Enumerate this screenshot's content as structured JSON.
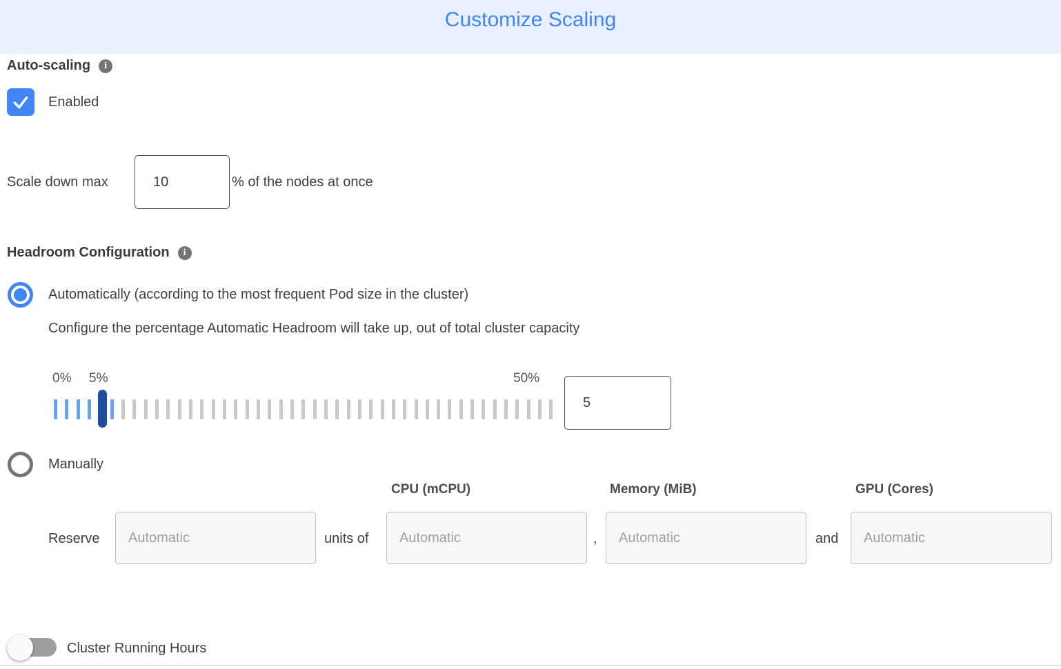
{
  "header": {
    "title": "Customize Scaling"
  },
  "auto_scaling": {
    "label": "Auto-scaling",
    "enabled_label": "Enabled",
    "enabled": true,
    "scale_down": {
      "prefix": "Scale down max",
      "value": "10",
      "suffix": "% of the nodes at once"
    }
  },
  "headroom": {
    "label": "Headroom Configuration",
    "automatic_option": "Automatically (according to the most frequent Pod size in the cluster)",
    "automatic_selected": true,
    "description": "Configure the percentage Automatic Headroom will take up, out of total cluster capacity",
    "slider": {
      "min_label": "0%",
      "current_label": "5%",
      "max_label": "50%",
      "value": "5",
      "tick_count": 45,
      "blue_tick_count": 6
    },
    "manual_option": "Manually",
    "manual_selected": false,
    "manual": {
      "reserve_label": "Reserve",
      "units_of_label": "units of",
      "comma": ",",
      "and_label": "and",
      "columns": [
        "CPU (mCPU)",
        "Memory (MiB)",
        "GPU (Cores)"
      ],
      "placeholder": "Automatic"
    }
  },
  "cluster_running_hours": {
    "label": "Cluster Running Hours",
    "enabled": false
  },
  "colors": {
    "accent_blue": "#4285F4",
    "header_bg": "#E8F0FE",
    "handle_navy": "#1D4F9E",
    "tick_blue": "#66A3F3",
    "tick_gray": "#C9C9C9"
  }
}
